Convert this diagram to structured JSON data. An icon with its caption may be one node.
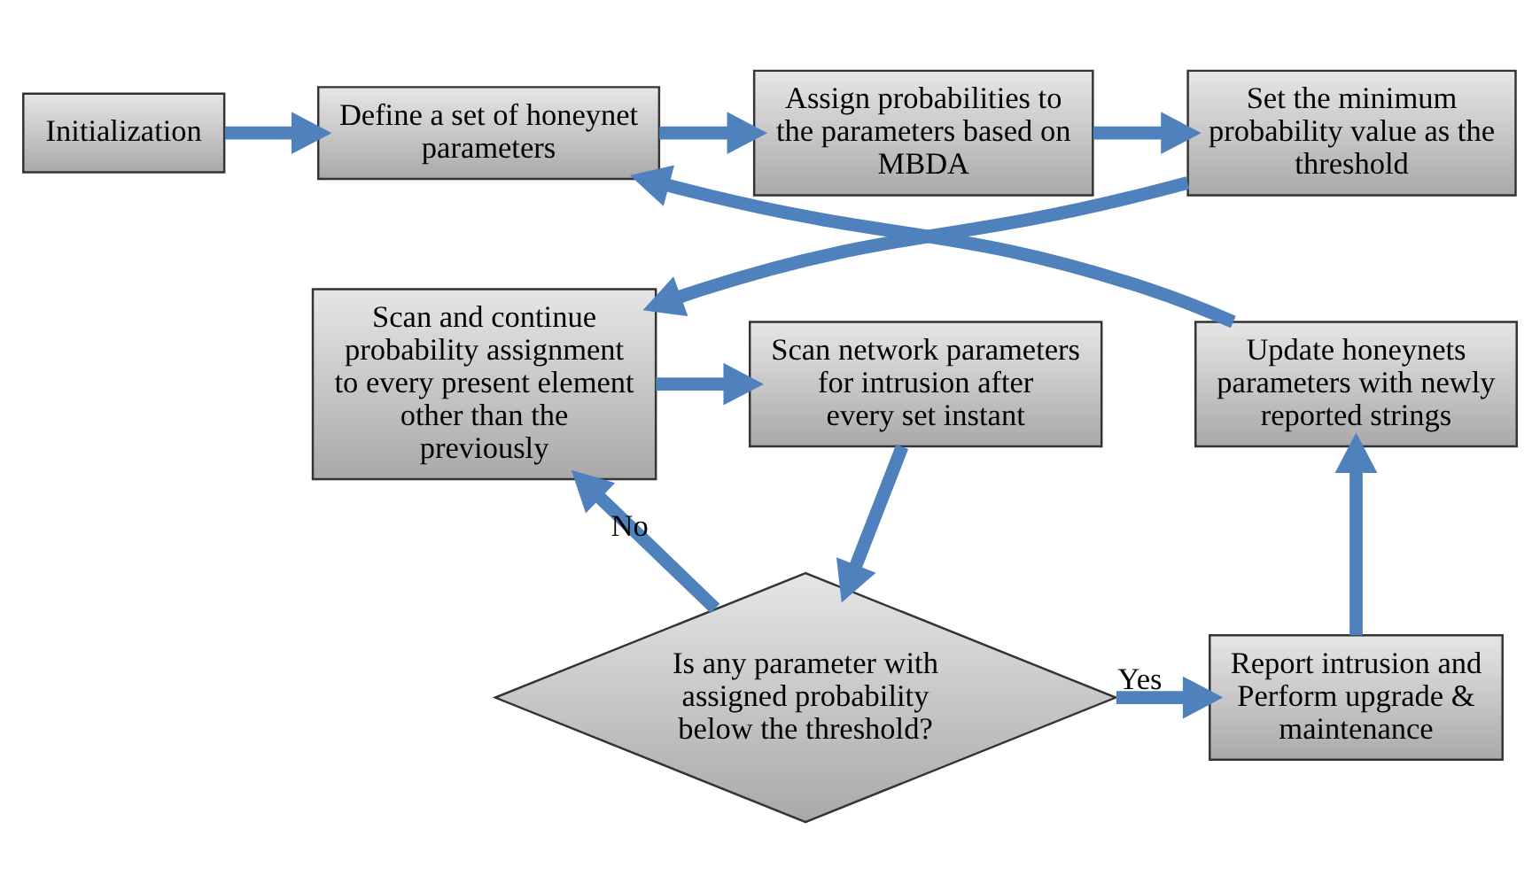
{
  "diagram": {
    "nodes": [
      {
        "text": [
          "Initialization"
        ]
      },
      {
        "text": [
          "Define a set of honeynet parameters"
        ]
      },
      {
        "text": [
          "Assign probabilities to the parameters based on MBDA"
        ]
      },
      {
        "text": [
          "Set the minimum probability value as the threshold"
        ]
      },
      {
        "text": [
          "Scan and continue probability assignment to every present element other than the previously"
        ]
      },
      {
        "text": [
          "Scan network parameters for intrusion after every set instant"
        ]
      },
      {
        "text": [
          "Is any parameter with assigned probability below the threshold?"
        ]
      },
      {
        "text": [
          "Report intrusion and Perform upgrade & maintenance"
        ]
      },
      {
        "text": [
          "Update honeynets parameters with newly reported strings"
        ]
      }
    ],
    "edges": [
      {
        "from": 0,
        "to": 1,
        "arrow": "to"
      },
      {
        "from": 1,
        "to": 2,
        "arrow": "to"
      },
      {
        "from": 2,
        "to": 3,
        "arrow": "to"
      },
      {
        "from": 3,
        "to": 4,
        "arrow": "to"
      },
      {
        "from": 4,
        "to": 5,
        "arrow": "to"
      },
      {
        "from": 5,
        "to": 6,
        "arrow": "to"
      },
      {
        "from": 6,
        "to": 7,
        "label": "Yes",
        "arrow": "to"
      },
      {
        "from": 6,
        "to": 4,
        "label": "No",
        "arrow": "to"
      },
      {
        "from": 7,
        "to": 8,
        "arrow": "to"
      },
      {
        "from": 8,
        "to": 1,
        "arrow": "to"
      }
    ]
  }
}
